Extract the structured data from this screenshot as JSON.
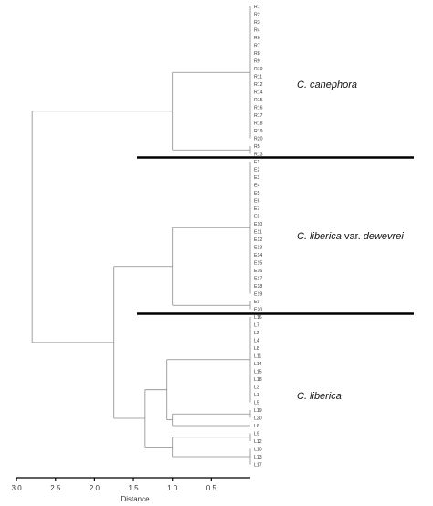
{
  "leaf_labels": [
    "R1",
    "R2",
    "R3",
    "R4",
    "R6",
    "R7",
    "R8",
    "R9",
    "R10",
    "R11",
    "R12",
    "R14",
    "R15",
    "R16",
    "R17",
    "R18",
    "R19",
    "R20",
    "R5",
    "R13",
    "E1",
    "E2",
    "E3",
    "E4",
    "E5",
    "E6",
    "E7",
    "E8",
    "E10",
    "E11",
    "E12",
    "E13",
    "E14",
    "E15",
    "E16",
    "E17",
    "E18",
    "E19",
    "E9",
    "E20",
    "L16",
    "L7",
    "L2",
    "L4",
    "L8",
    "L11",
    "L14",
    "L15",
    "L18",
    "L3",
    "L1",
    "L5",
    "L19",
    "L20",
    "L6",
    "L9",
    "L12",
    "L10",
    "L13",
    "L17"
  ],
  "groups": [
    {
      "id": "canephora",
      "parts": [
        {
          "text": "C. canephora",
          "italic": true
        }
      ]
    },
    {
      "id": "liberica-dewevrei",
      "parts": [
        {
          "text": "C. liberica",
          "italic": true
        },
        {
          "text": " var. ",
          "italic": false
        },
        {
          "text": "dewevrei",
          "italic": true
        }
      ]
    },
    {
      "id": "liberica",
      "parts": [
        {
          "text": "C. liberica",
          "italic": true
        }
      ]
    }
  ],
  "axis": {
    "title": "Distance",
    "ticks": [
      {
        "value": 3.0,
        "label": "3.0"
      },
      {
        "value": 2.5,
        "label": "2.5"
      },
      {
        "value": 2.0,
        "label": "2.0"
      },
      {
        "value": 1.5,
        "label": "1.5"
      },
      {
        "value": 1.0,
        "label": "1.0"
      },
      {
        "value": 0.5,
        "label": "0.5"
      }
    ],
    "range": [
      3.0,
      0.0
    ]
  },
  "tree": {
    "h": 2.8,
    "c": [
      {
        "h": 1.0,
        "c": [
          {
            "h": 0.0,
            "r": [
              0,
              17
            ]
          },
          {
            "h": 0.0,
            "r": [
              18,
              19
            ]
          }
        ]
      },
      {
        "h": 1.75,
        "c": [
          {
            "h": 1.0,
            "c": [
              {
                "h": 0.0,
                "r": [
                  20,
                  37
                ]
              },
              {
                "h": 0.0,
                "r": [
                  38,
                  39
                ]
              }
            ]
          },
          {
            "h": 1.35,
            "c": [
              {
                "h": 1.07,
                "c": [
                  {
                    "h": 0.0,
                    "r": [
                      40,
                      51
                    ]
                  },
                  {
                    "h": 1.0,
                    "c": [
                      {
                        "h": 0.0,
                        "r": [
                          52,
                          53
                        ]
                      },
                      {
                        "h": 0.0,
                        "r": [
                          54,
                          54
                        ]
                      }
                    ]
                  }
                ]
              },
              {
                "h": 1.0,
                "c": [
                  {
                    "h": 0.0,
                    "r": [
                      55,
                      56
                    ]
                  },
                  {
                    "h": 0.0,
                    "r": [
                      57,
                      59
                    ]
                  }
                ]
              }
            ]
          }
        ]
      }
    ]
  }
}
